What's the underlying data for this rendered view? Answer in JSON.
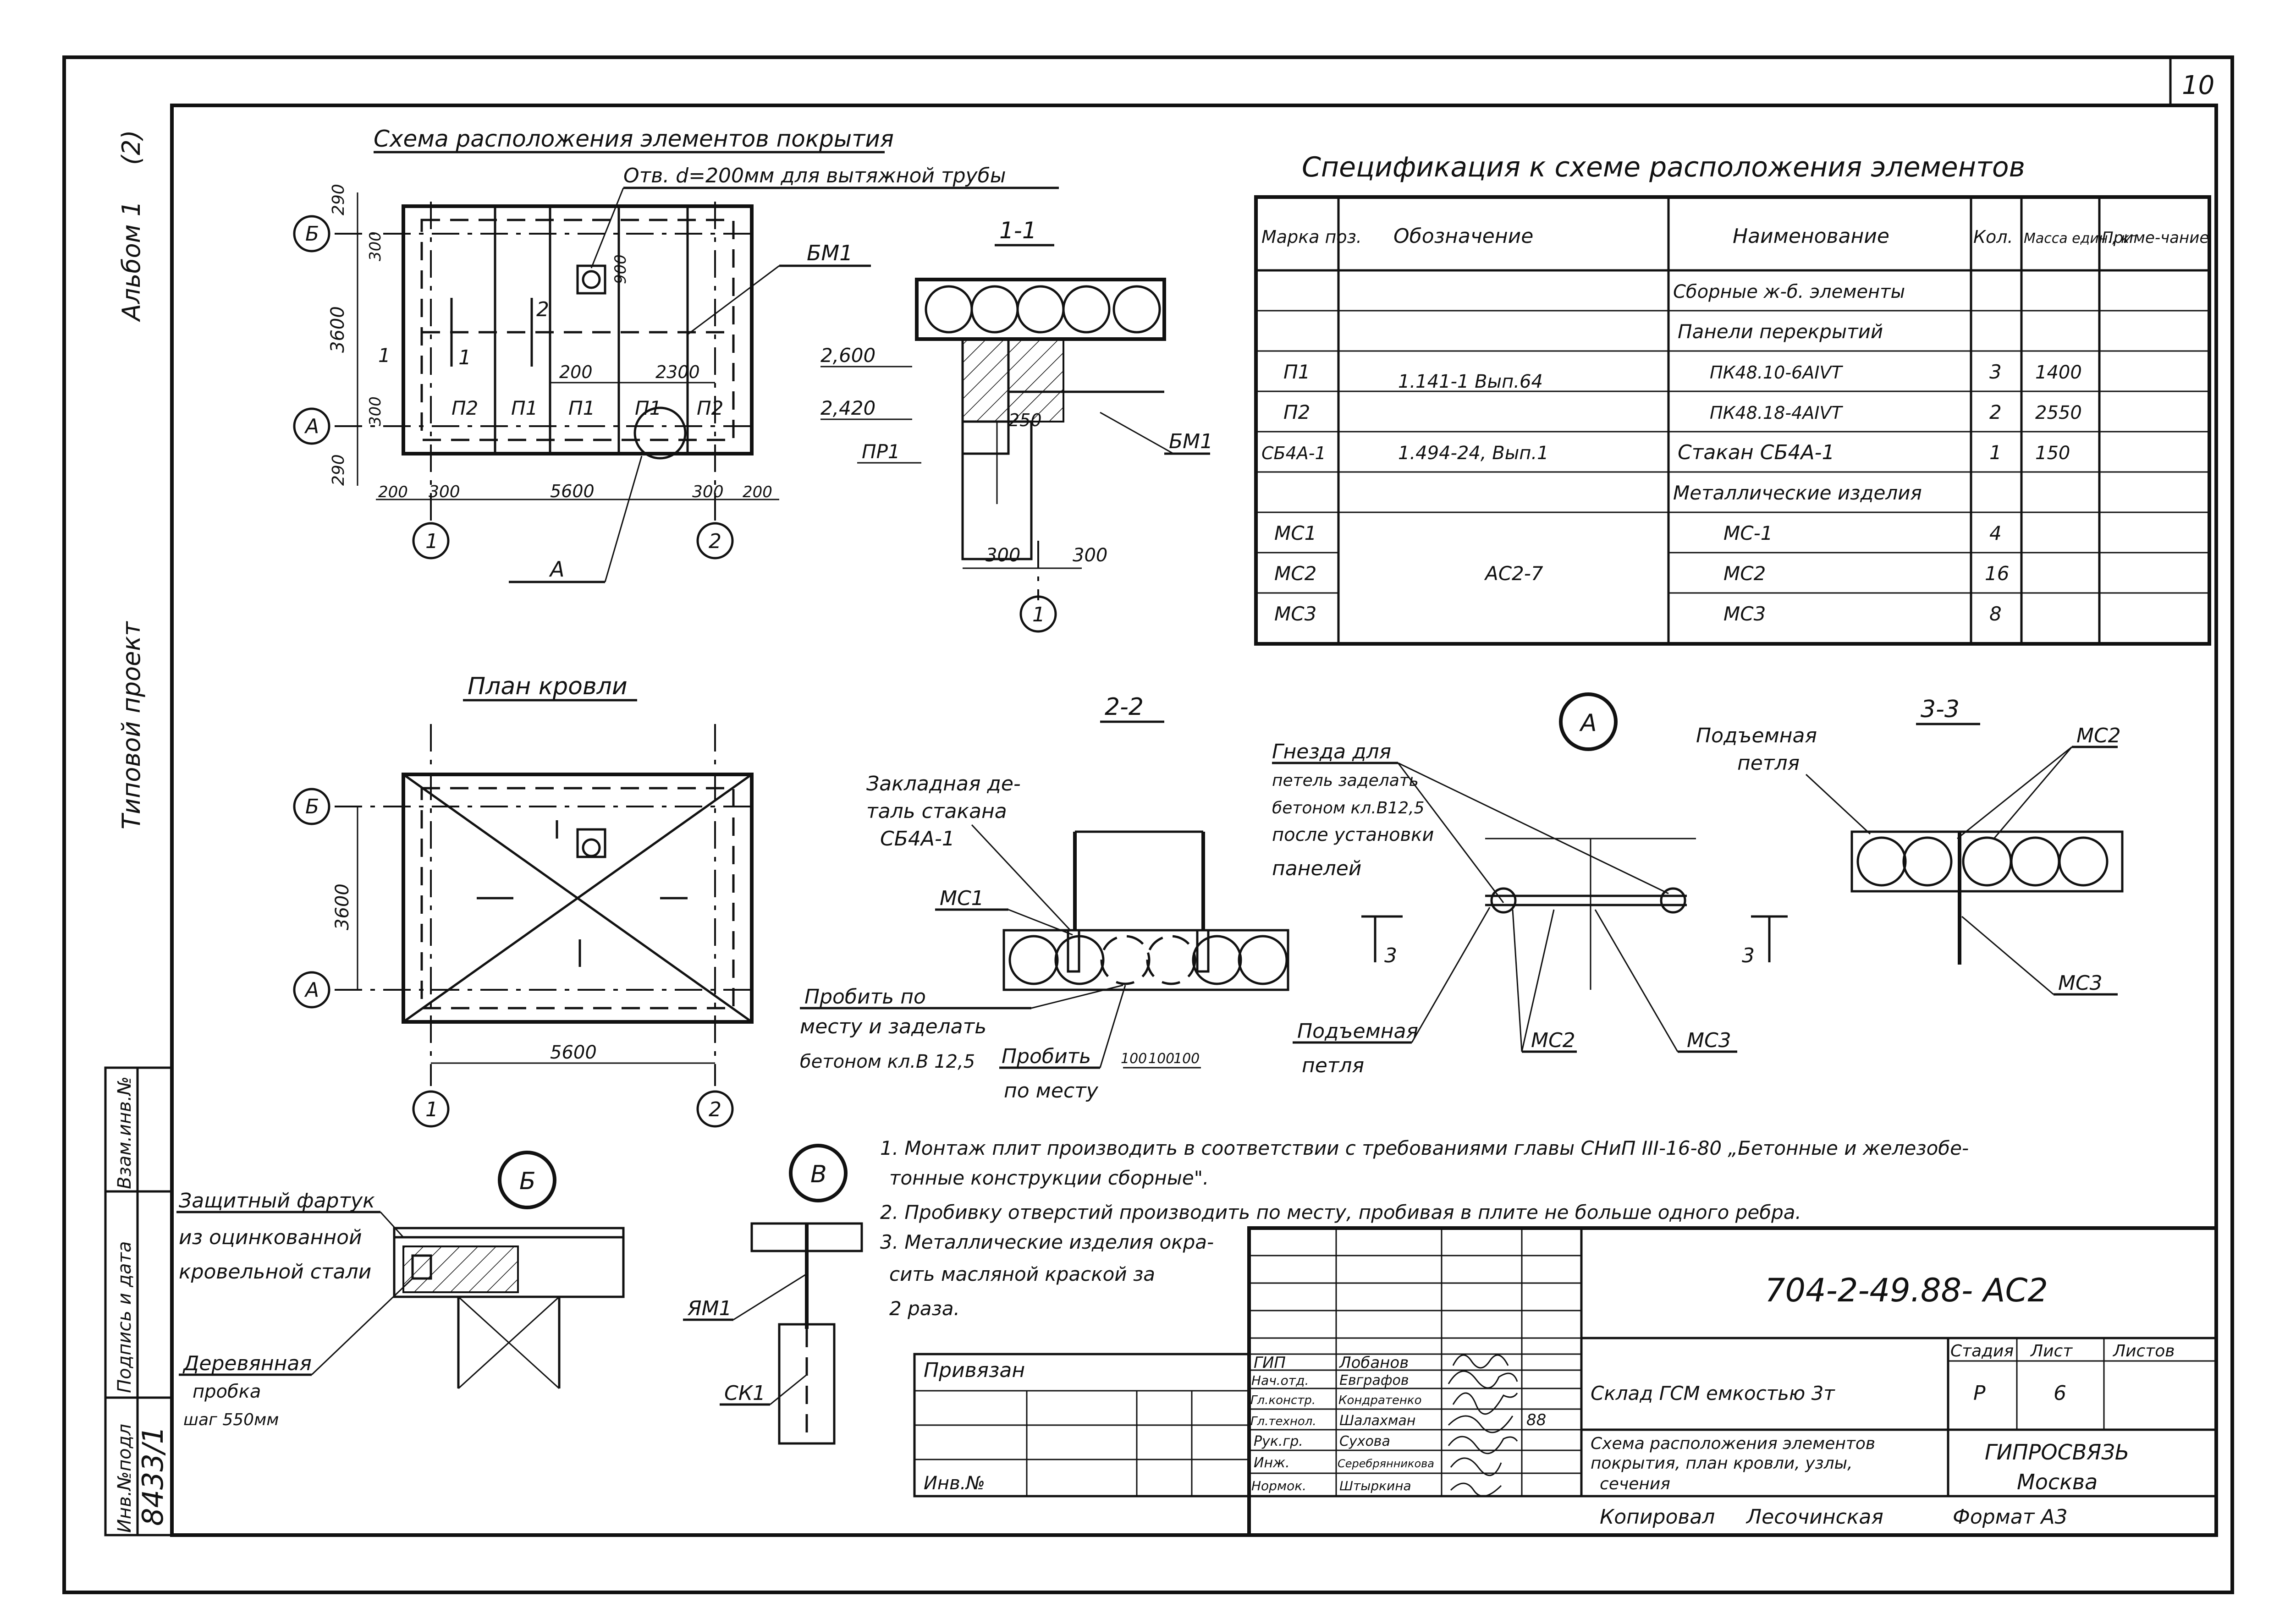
{
  "sheet_number": "10",
  "left_margin": {
    "album": "Альбом 1",
    "album_part": "(2)",
    "project_type": "Типовой проект",
    "stamp_labels": [
      "Инв.№подл",
      "Подпись и дата",
      "Взам.инв.№"
    ],
    "inv_number": "8433/1"
  },
  "layout_scheme": {
    "title": "Схема расположения элементов покрытия",
    "hole_note": "Отв. d=200мм для вытяжной трубы",
    "labels": {
      "axis_b": "Б",
      "axis_a": "А",
      "axis_1": "1",
      "axis_2": "2",
      "bm1": "БМ1",
      "n1a": "П1",
      "n1b": "П1",
      "n1c": "П1",
      "n2a": "П2",
      "n2b": "П2",
      "s1": "1",
      "s2": "2",
      "detail_a": "А"
    },
    "dims": {
      "d290a": "290",
      "d300a": "300",
      "d3600": "3600",
      "d300b": "300",
      "d290b": "290",
      "d900": "900",
      "d200a": "200",
      "d2300": "2300",
      "b200a": "200",
      "b300a": "300",
      "b5600": "5600",
      "b300b": "300",
      "b200b": "200"
    }
  },
  "section_1_1": {
    "title": "1-1",
    "elev_1": "2,600",
    "elev_2": "2,420",
    "pr1": "ПР1",
    "bm1": "БМ1",
    "d250": "250",
    "d300a": "300",
    "d300b": "300",
    "axis": "1"
  },
  "specification": {
    "title": "Спецификация к схеме расположения элементов",
    "headers": [
      "Марка поз.",
      "Обозначение",
      "Наименование",
      "Кол.",
      "Масса един., кг",
      "Приме-чание"
    ],
    "rows": [
      [
        "",
        "",
        "Сборные ж-б. элементы",
        "",
        "",
        ""
      ],
      [
        "",
        "",
        "Панели перекрытий",
        "",
        "",
        ""
      ],
      [
        "П1",
        "1.141-1 Вып.64",
        "ПК48.10-6АIVТ",
        "3",
        "1400",
        ""
      ],
      [
        "П2",
        "",
        "ПК48.18-4АIVТ",
        "2",
        "2550",
        ""
      ],
      [
        "СБ4А-1",
        "1.494-24, Вып.1",
        "Стакан СБ4А-1",
        "1",
        "150",
        ""
      ],
      [
        "",
        "",
        "Металлические изделия",
        "",
        "",
        ""
      ],
      [
        "МС1",
        "",
        "МС-1",
        "4",
        "",
        ""
      ],
      [
        "МС2",
        "АС2-7",
        "МС2",
        "16",
        "",
        ""
      ],
      [
        "МС3",
        "",
        "МС3",
        "8",
        "",
        ""
      ]
    ]
  },
  "roof_plan": {
    "title": "План кровли",
    "axis_b": "Б",
    "axis_a": "А",
    "axis_1": "1",
    "axis_2": "2",
    "d3600": "3600",
    "d5600": "5600"
  },
  "section_2_2": {
    "title": "2-2",
    "embedded_note_1": "Закладная де-",
    "embedded_note_2": "таль стакана",
    "embedded_note_3": "СБ4А-1",
    "mc1": "МС1",
    "punch_note_1": "Пробить по",
    "punch_note_2": "месту и заделать",
    "punch_note_3": "бетоном кл.В 12,5",
    "punch_here_1": "Пробить",
    "punch_here_2": "по месту",
    "d100a": "100",
    "d100b": "100",
    "d100c": "100"
  },
  "detail_a": {
    "marker": "А",
    "note_1": "Гнезда для",
    "note_2": "петель заделать",
    "note_3": "бетоном кл.В12,5",
    "note_4": "после установки",
    "note_5": "панелей",
    "sec3a": "3",
    "sec3b": "3",
    "lift_1": "Подъемная",
    "lift_2": "петля",
    "mc2": "МС2",
    "mc3": "МС3"
  },
  "section_3_3": {
    "title": "3-3",
    "lift_1": "Подъемная",
    "lift_2": "петля",
    "mc2": "МС2",
    "mc3": "МС3"
  },
  "detail_b": {
    "marker": "Б",
    "apron_1": "Защитный фартук",
    "apron_2": "из оцинкованной",
    "apron_3": "кровельной стали",
    "plug_1": "Деревянная",
    "plug_2": "пробка",
    "plug_3": "шаг 550мм"
  },
  "detail_v": {
    "marker": "В",
    "ym1": "ЯМ1",
    "sk1": "СК1"
  },
  "notes": [
    "1. Монтаж плит производить в соответствии с требованиями главы СНиП III-16-80 „Бетонные и железобе-",
    "тонные конструкции сборные\".",
    "2. Пробивку отверстий производить по месту, пробивая в плите не больше одного ребра.",
    "3. Металлические изделия окра-",
    "сить масляной краской за",
    "2 раза."
  ],
  "title_block": {
    "code": "704-2-49.88- АС2",
    "privyazan": "Привязан",
    "inv_no": "Инв.№",
    "roles": [
      "ГИП",
      "Нач.отд.",
      "Гл.констр.",
      "Гл.технол.",
      "Рук.гр.",
      "Инж.",
      "Нормок."
    ],
    "names": [
      "Лобанов",
      "Евграфов",
      "Кондратенко",
      "Шалахман",
      "Сухова",
      "Серебрянникова",
      "Штыркина"
    ],
    "year": "88",
    "project": "Склад ГСМ емкостью 3т",
    "sheet_desc_1": "Схема расположения элементов",
    "sheet_desc_2": "покрытия, план кровли, узлы,",
    "sheet_desc_3": "сечения",
    "stage_label": "Стадия",
    "sheet_label": "Лист",
    "sheets_label": "Листов",
    "stage": "Р",
    "sheet": "6",
    "org": "ГИПРОСВЯЗЬ",
    "city": "Москва",
    "copied": "Копировал",
    "copier": "Лесочинская",
    "format": "Формат А3"
  }
}
